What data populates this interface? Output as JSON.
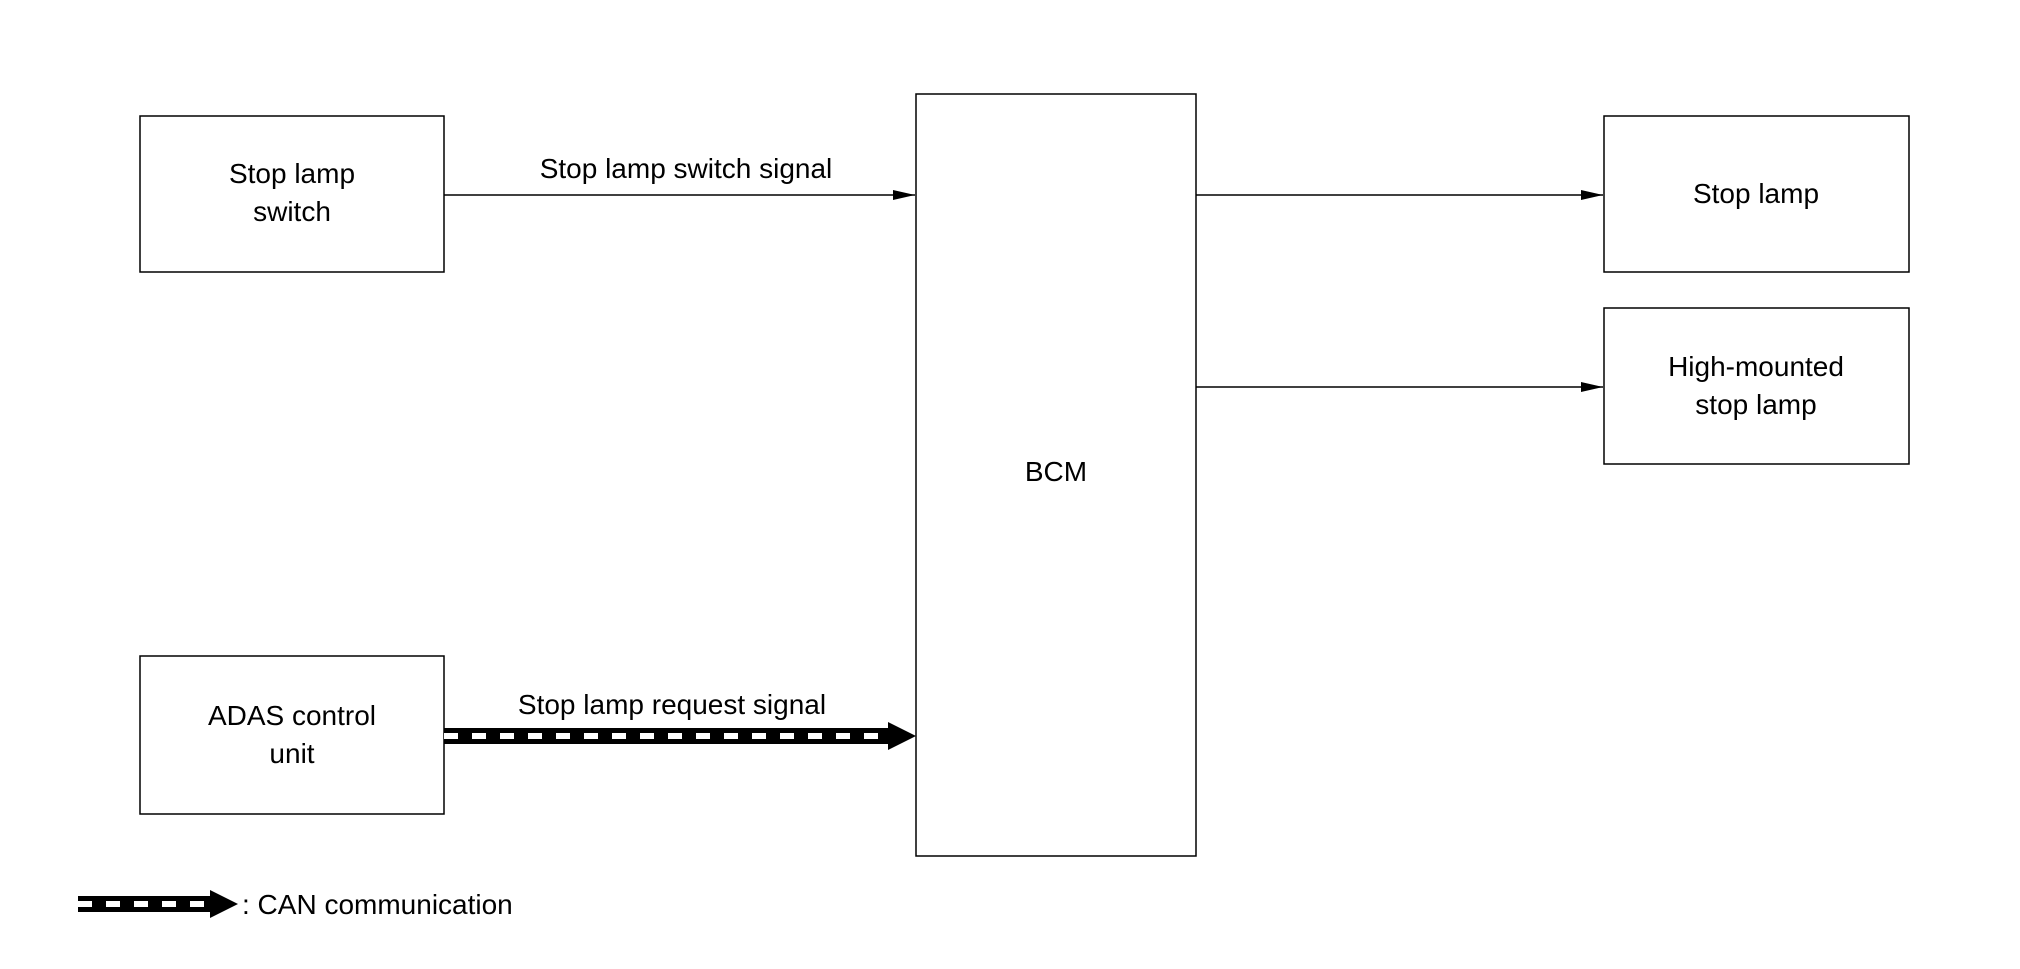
{
  "nodes": {
    "stop_lamp_switch": [
      "Stop lamp",
      "switch"
    ],
    "adas_control_unit": [
      "ADAS control",
      "unit"
    ],
    "bcm": [
      "BCM"
    ],
    "stop_lamp": [
      "Stop lamp"
    ],
    "high_mounted_stop_lamp": [
      "High-mounted",
      "stop lamp"
    ]
  },
  "edges": {
    "stop_lamp_switch_signal": "Stop lamp switch signal",
    "stop_lamp_request_signal": "Stop lamp request signal"
  },
  "legend": {
    "can_communication": ": CAN communication"
  },
  "colors": {
    "line": "#000000",
    "background": "#ffffff"
  }
}
